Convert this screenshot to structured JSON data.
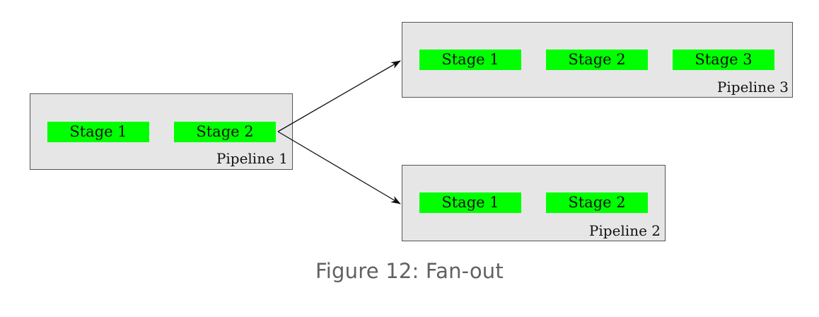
{
  "diagram": {
    "pipeline1": {
      "label": "Pipeline 1",
      "stages": [
        "Stage 1",
        "Stage 2"
      ]
    },
    "pipeline2": {
      "label": "Pipeline 2",
      "stages": [
        "Stage 1",
        "Stage 2"
      ]
    },
    "pipeline3": {
      "label": "Pipeline 3",
      "stages": [
        "Stage 1",
        "Stage 2",
        "Stage 3"
      ]
    }
  },
  "caption": "Figure 12: Fan-out",
  "colors": {
    "stage": "#00ff00",
    "pipeline_background": "#e6e6e6",
    "caption_text": "#616161"
  }
}
